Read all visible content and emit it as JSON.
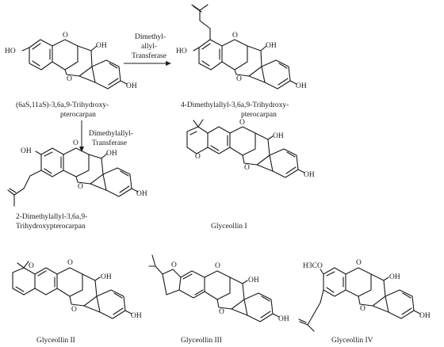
{
  "groups": {
    "oh": "OH",
    "ho": "HO",
    "o": "O",
    "h3co": "H3CO"
  },
  "enzymes": {
    "top_line1": "Dimethyl-",
    "top_line2": "allyl-",
    "top_line3": "Transferase",
    "down_line1": "Dimethylallyl-",
    "down_line2": "Transferase"
  },
  "compounds": {
    "c1_line1": "(6aS,11aS)-3,6a,9-Trihydroxy-",
    "c1_line2": "pterocarpan",
    "c2_line1": "4-Dimethylallyl-3,6a,9-Trihydroxy-",
    "c2_line2": "pterocarpan",
    "c3_line1": "2-Dimethylallyl-3,6a,9-",
    "c3_line2": "Trihydroxypterocarpan",
    "g1": "Glyceollin I",
    "g2": "Glyceollin II",
    "g3": "Glyceollin III",
    "g4": "Glyceollin IV"
  }
}
